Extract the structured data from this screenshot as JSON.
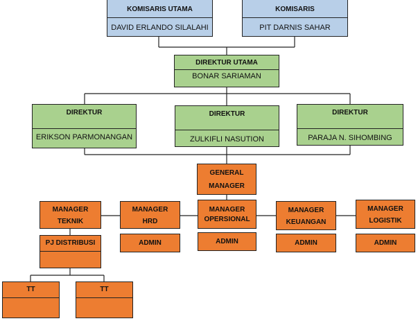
{
  "board": [
    {
      "title": "KOMISARIS UTAMA",
      "name": "DAVID ERLANDO SILALAHI"
    },
    {
      "title": "KOMISARIS",
      "name": "PIT DARNIS SAHAR"
    }
  ],
  "president_director": {
    "title": "DIREKTUR UTAMA",
    "name": "BONAR SARIAMAN"
  },
  "directors": [
    {
      "title": "DIREKTUR",
      "name": "ERIKSON PARMONANGAN"
    },
    {
      "title": "DIREKTUR",
      "name": "ZULKIFLI NASUTION"
    },
    {
      "title": "DIREKTUR",
      "name": "PARAJA N. SIHOMBING"
    }
  ],
  "general_manager": {
    "line1": "GENERAL",
    "line2": "MANAGER"
  },
  "managers": [
    {
      "line1": "MANAGER",
      "line2": "TEKNIK"
    },
    {
      "line1": "MANAGER",
      "line2": "HRD"
    },
    {
      "line1": "MANAGER",
      "line2": "OPERSIONAL"
    },
    {
      "line1": "MANAGER",
      "line2": "KEUANGAN"
    },
    {
      "line1": "MANAGER",
      "line2": "LOGISTIK"
    }
  ],
  "admin_label": "ADMIN",
  "pj_distribusi": "PJ DISTRIBUSI",
  "tt_label": "TT"
}
